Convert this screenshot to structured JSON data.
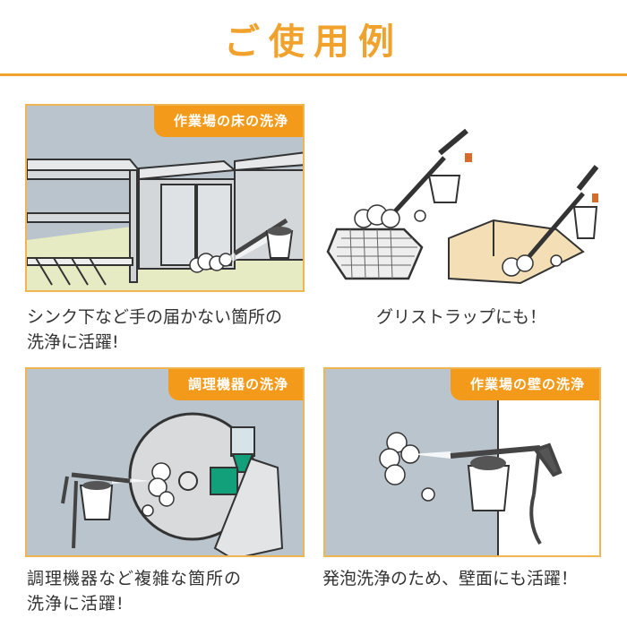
{
  "header": {
    "title": "ご使用例"
  },
  "colors": {
    "accent": "#f0a22c",
    "tag_bg": "#f39a1a",
    "panel_bg": "#b9c4cc",
    "floor": "#e7ebc3",
    "cardboard": "#f3deb5",
    "machine_green": "#12a07a"
  },
  "panels": [
    {
      "tag": "作業場の床の洗浄",
      "caption_line1": "シンク下など手の届かない箇所の",
      "caption_line2": "洗浄に活躍!",
      "illustration": "foam-gun-under-sink-floor"
    },
    {
      "tag": "",
      "caption_line1": "グリストラップにも！",
      "caption_line2": "",
      "illustration": "foam-gun-basket-and-box"
    },
    {
      "tag": "調理機器の洗浄",
      "caption_line1": "調理機器など複雑な箇所の",
      "caption_line2": "洗浄に活躍!",
      "illustration": "foam-gun-cooking-machine"
    },
    {
      "tag": "作業場の壁の洗浄",
      "caption_line1": "発泡洗浄のため、壁面にも活躍！",
      "caption_line2": "",
      "illustration": "foam-gun-wall"
    }
  ]
}
